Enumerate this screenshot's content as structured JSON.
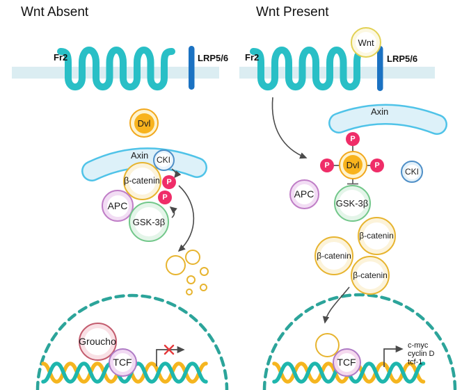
{
  "titles": {
    "left": "Wnt Absent",
    "right": "Wnt Present"
  },
  "membrane": {
    "receptor": "Fr2",
    "coreceptor": "LRP5/6"
  },
  "labels": {
    "wnt": "Wnt",
    "dvl": "Dvl",
    "axin": "Axin",
    "cki": "CKI",
    "beta_catenin": "β-catenin",
    "apc": "APC",
    "gsk3b": "GSK-3β",
    "phosphate": "P",
    "groucho": "Groucho",
    "tcf": "TCF"
  },
  "gene_targets": [
    "c-myc",
    "cyclin D",
    "tcf-1"
  ],
  "colors": {
    "membrane": "#DBEDF2",
    "receptor_teal": "#29BFC6",
    "coreceptor_blue": "#1B72C2",
    "phosphate_pink": "#EF2D68",
    "dvl_orange": "#F8B31D",
    "axin_fill": "#DDF1F9",
    "axin_border": "#4FC3E8",
    "cki_border": "#4F8FC7",
    "beta_catenin_border": "#E7B42F",
    "apc_border": "#C07EC7",
    "gsk_border": "#72C78A",
    "groucho_border": "#C35C6E",
    "tcf_border": "#AF7BC5",
    "wnt_border": "#E2D154",
    "nucleus_dash": "#2CA49A",
    "dna_teal": "#1EB6AD",
    "dna_yellow": "#F5B51F",
    "arrow_gray": "#4a4a4a",
    "blocked_x_red": "#E5383B"
  }
}
